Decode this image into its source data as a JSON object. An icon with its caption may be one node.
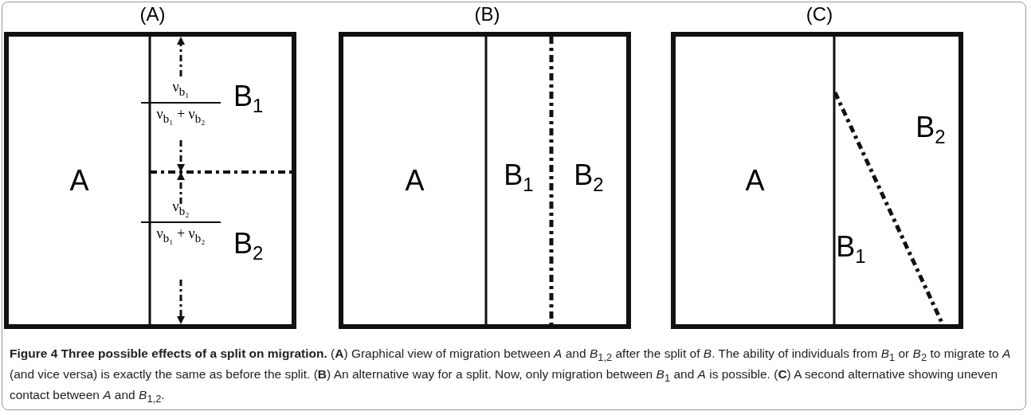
{
  "diagram": {
    "caption": "**Figure 4 Three possible effects of a split on migration.** (**A**) Graphical view of migration between *A* and *B*$_{1,2}$ after the split of *B*. The ability of individuals from *B*$_{1}$ or *B*$_{2}$ to migrate to *A* (and vice versa) is exactly the same as before the split. (**B**) An alternative way for a split. Now, only migration between *B*$_{1}$ and *A* is possible. (**C**) A second alternative showing uneven contact between *A* and *B*$_{1,2}$.",
    "nodes": [
      {
        "text": [
          "(A)"
        ]
      },
      {
        "text": [
          "A"
        ],
        "in": 0
      },
      {
        "text": [
          "B$_{1}$"
        ],
        "in": 0
      },
      {
        "text": [
          "B$_{2}$"
        ],
        "in": 0
      },
      {
        "text": [
          "(B)"
        ]
      },
      {
        "text": [
          "A"
        ],
        "in": 4
      },
      {
        "text": [
          "B$_{1}$"
        ],
        "in": 4
      },
      {
        "text": [
          "B$_{2}$"
        ],
        "in": 4
      },
      {
        "text": [
          "(C)"
        ]
      },
      {
        "text": [
          "A"
        ],
        "in": 8
      },
      {
        "text": [
          "B$_{2}$"
        ],
        "in": 8
      },
      {
        "text": [
          "B$_{1}$"
        ],
        "in": 8
      }
    ],
    "edges": [],
    "labels": [
      "ν$_{b₁}$",
      "ν$_{b₁}$ + ν$_{b₂}$",
      "ν$_{b₂}$",
      "ν$_{b₁}$ + ν$_{b₂}$"
    ]
  }
}
